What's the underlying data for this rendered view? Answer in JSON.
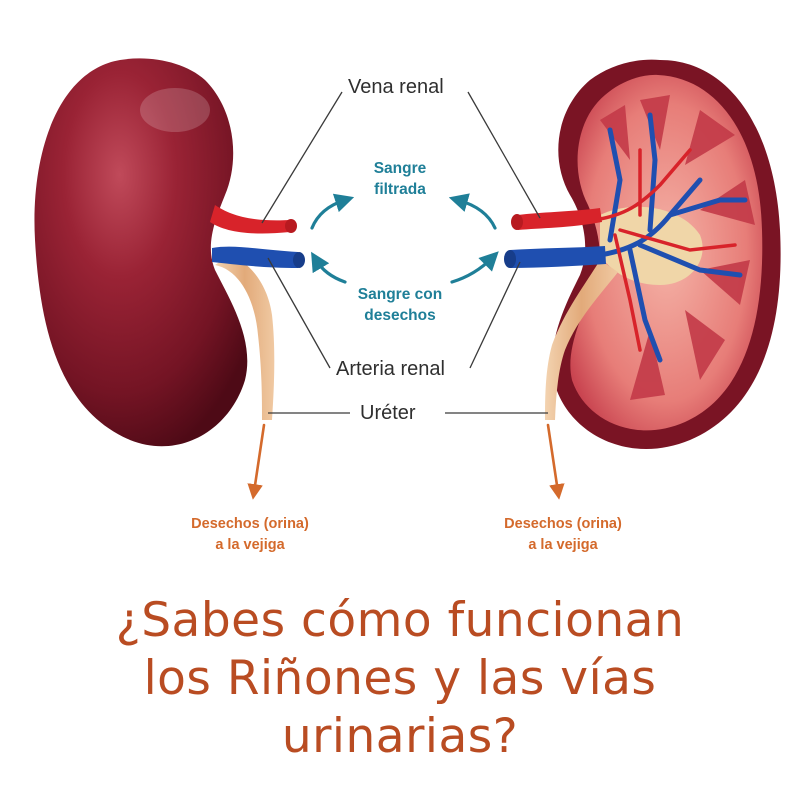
{
  "labels": {
    "vena_renal": "Vena renal",
    "sangre_filtrada": [
      "Sangre",
      "filtrada"
    ],
    "sangre_con_desechos": [
      "Sangre con",
      "desechos"
    ],
    "arteria_renal": "Arteria renal",
    "ureter": "Uréter",
    "desechos_left": [
      "Desechos (orina)",
      "a la vejiga"
    ],
    "desechos_right": [
      "Desechos (orina)",
      "a la vejiga"
    ]
  },
  "headline": [
    "¿Sabes cómo funcionan",
    "los Riñones y las vías",
    "urinarias?"
  ],
  "colors": {
    "kidney_outer": "#8a1a2a",
    "artery": "#d8232a",
    "vein": "#1f4fb0",
    "ureter": "#e8b98c",
    "label_blue": "#1f7f98",
    "label_orange": "#d46a2c",
    "headline": "#b94c22"
  }
}
